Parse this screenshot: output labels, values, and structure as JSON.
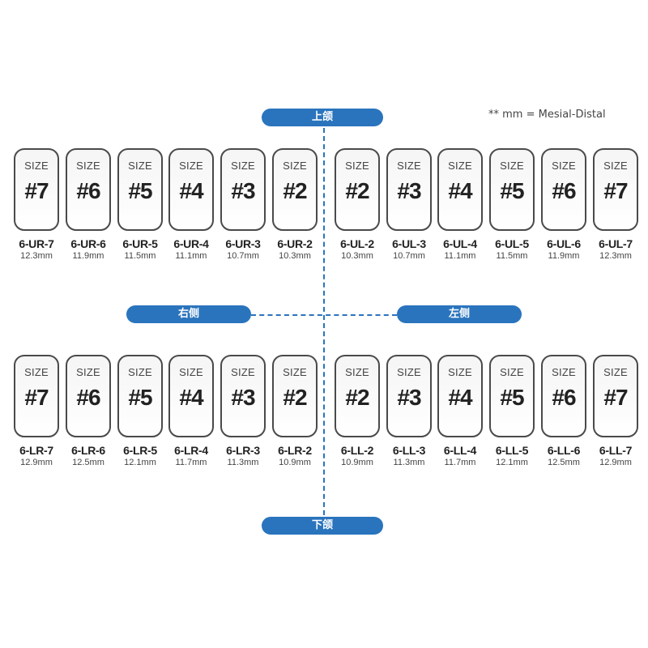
{
  "labels": {
    "upper_jaw": "上颌",
    "lower_jaw": "下颌",
    "right_side": "右侧",
    "left_side": "左侧",
    "note": "** mm = Mesial-Distal",
    "size_word": "SIZE"
  },
  "upper_row": [
    {
      "size": "#7",
      "code": "6-UR-7",
      "mm": "12.3mm"
    },
    {
      "size": "#6",
      "code": "6-UR-6",
      "mm": "11.9mm"
    },
    {
      "size": "#5",
      "code": "6-UR-5",
      "mm": "11.5mm"
    },
    {
      "size": "#4",
      "code": "6-UR-4",
      "mm": "11.1mm"
    },
    {
      "size": "#3",
      "code": "6-UR-3",
      "mm": "10.7mm"
    },
    {
      "size": "#2",
      "code": "6-UR-2",
      "mm": "10.3mm"
    },
    {
      "size": "#2",
      "code": "6-UL-2",
      "mm": "10.3mm"
    },
    {
      "size": "#3",
      "code": "6-UL-3",
      "mm": "10.7mm"
    },
    {
      "size": "#4",
      "code": "6-UL-4",
      "mm": "11.1mm"
    },
    {
      "size": "#5",
      "code": "6-UL-5",
      "mm": "11.5mm"
    },
    {
      "size": "#6",
      "code": "6-UL-6",
      "mm": "11.9mm"
    },
    {
      "size": "#7",
      "code": "6-UL-7",
      "mm": "12.3mm"
    }
  ],
  "lower_row": [
    {
      "size": "#7",
      "code": "6-LR-7",
      "mm": "12.9mm"
    },
    {
      "size": "#6",
      "code": "6-LR-6",
      "mm": "12.5mm"
    },
    {
      "size": "#5",
      "code": "6-LR-5",
      "mm": "12.1mm"
    },
    {
      "size": "#4",
      "code": "6-LR-4",
      "mm": "11.7mm"
    },
    {
      "size": "#3",
      "code": "6-LR-3",
      "mm": "11.3mm"
    },
    {
      "size": "#2",
      "code": "6-LR-2",
      "mm": "10.9mm"
    },
    {
      "size": "#2",
      "code": "6-LL-2",
      "mm": "10.9mm"
    },
    {
      "size": "#3",
      "code": "6-LL-3",
      "mm": "11.3mm"
    },
    {
      "size": "#4",
      "code": "6-LL-4",
      "mm": "11.7mm"
    },
    {
      "size": "#5",
      "code": "6-LL-5",
      "mm": "12.1mm"
    },
    {
      "size": "#6",
      "code": "6-LL-6",
      "mm": "12.5mm"
    },
    {
      "size": "#7",
      "code": "6-LL-7",
      "mm": "12.9mm"
    }
  ],
  "colors": {
    "accent": "#2a74bd",
    "card_border": "#4a4a4a",
    "card_fill": "#f5f5f5"
  }
}
